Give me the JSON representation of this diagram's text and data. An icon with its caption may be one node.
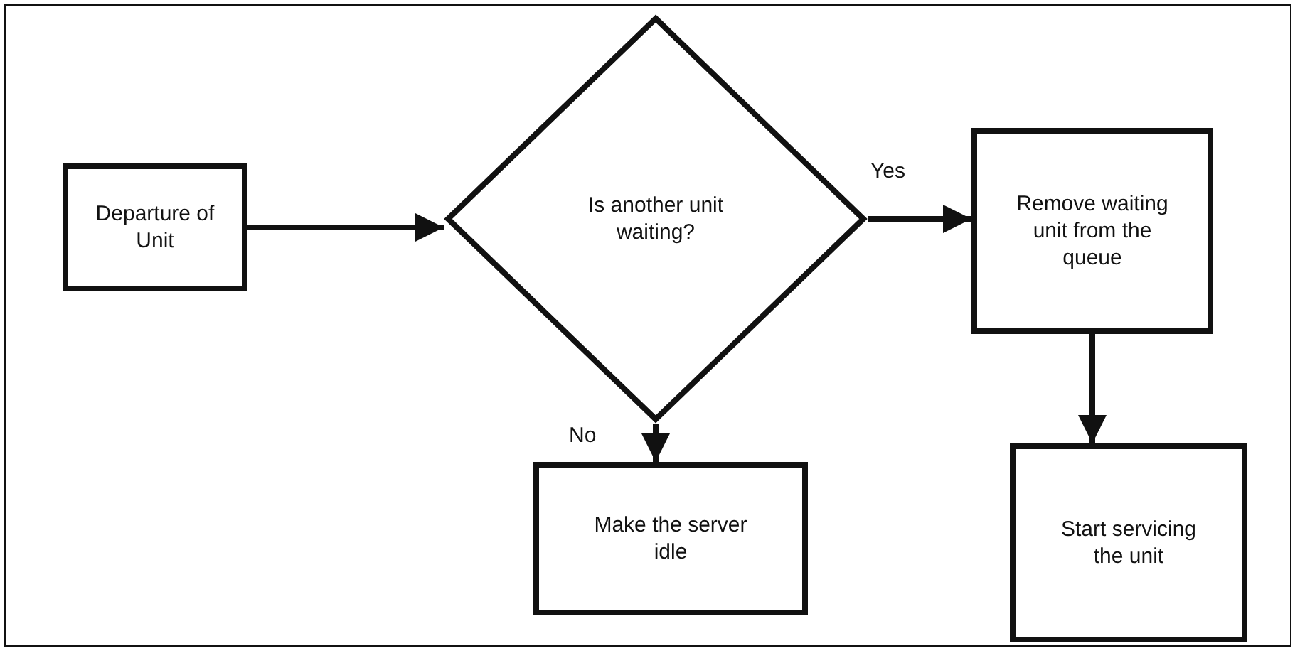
{
  "diagram": {
    "nodes": [
      {
        "text": [
          "Departure of Unit"
        ]
      },
      {
        "text": [
          "Is another unit waiting?"
        ]
      },
      {
        "text": [
          "Remove waiting unit from the queue"
        ]
      },
      {
        "text": [
          "Make the server idle"
        ]
      },
      {
        "text": [
          "Start servicing the unit"
        ]
      }
    ],
    "edges": [
      {
        "from": 0,
        "to": 1,
        "arrow": "to"
      },
      {
        "from": 1,
        "to": 2,
        "arrow": "to",
        "label": "Yes"
      },
      {
        "from": 1,
        "to": 3,
        "arrow": "to",
        "label": "No"
      },
      {
        "from": 2,
        "to": 4,
        "arrow": "to"
      }
    ]
  }
}
